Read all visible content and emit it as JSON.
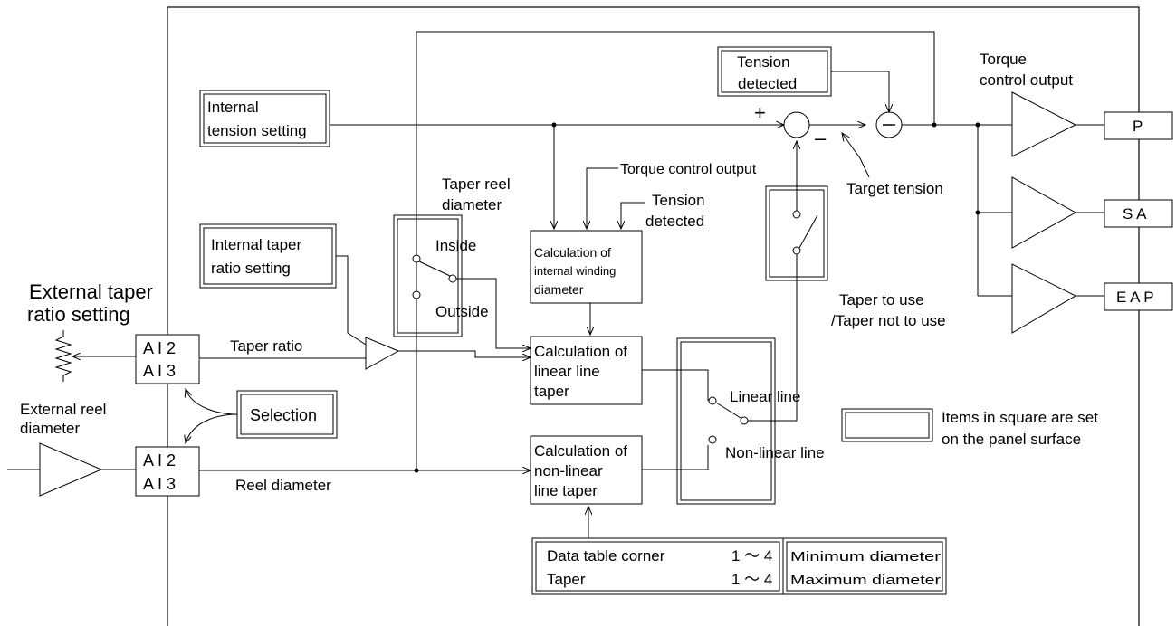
{
  "external_taper_ratio_setting": [
    "External taper",
    "ratio setting"
  ],
  "external_reel_diameter": [
    "External reel",
    "diameter"
  ],
  "internal_tension_setting": [
    "Internal",
    "tension setting"
  ],
  "internal_taper_ratio_setting": [
    "Internal taper",
    "ratio setting"
  ],
  "ai_block_top": [
    "A I 2",
    "A I 3"
  ],
  "ai_block_bottom": [
    "A I 2",
    "A I 3"
  ],
  "taper_ratio": "Taper ratio",
  "reel_diameter": "Reel diameter",
  "selection": "Selection",
  "taper_reel_diameter": [
    "Taper reel",
    "diameter"
  ],
  "inside": "Inside",
  "outside": "Outside",
  "torque_control_output_mid": "Torque control output",
  "tension_detected_mid": [
    "Tension",
    "detected"
  ],
  "calc_internal_winding": [
    "Calculation of",
    "internal winding",
    "diameter"
  ],
  "calc_linear_taper": [
    "Calculation of",
    "linear line",
    "taper"
  ],
  "calc_nonlinear_taper": [
    "Calculation of",
    "non-linear",
    "line taper"
  ],
  "linear_line": "Linear line",
  "nonlinear_line": "Non-linear line",
  "data_table": {
    "row1_label": "Data table corner",
    "row1_value": "1 ～ 4",
    "row2_label": "Taper",
    "row2_value": "1 ～ 4",
    "min": "Minimum diameter",
    "max": "Maximum diameter"
  },
  "tension_detected_top": [
    "Tension",
    "detected"
  ],
  "plus": "+",
  "minus": "–",
  "target_tension": "Target  tension",
  "taper_use": [
    "Taper to use",
    "/Taper not to use"
  ],
  "torque_control_output_top": [
    "Torque",
    "control output"
  ],
  "outputs": [
    "P",
    "S A",
    "E A P"
  ],
  "legend": [
    "Items in square are set",
    "on the panel surface"
  ]
}
